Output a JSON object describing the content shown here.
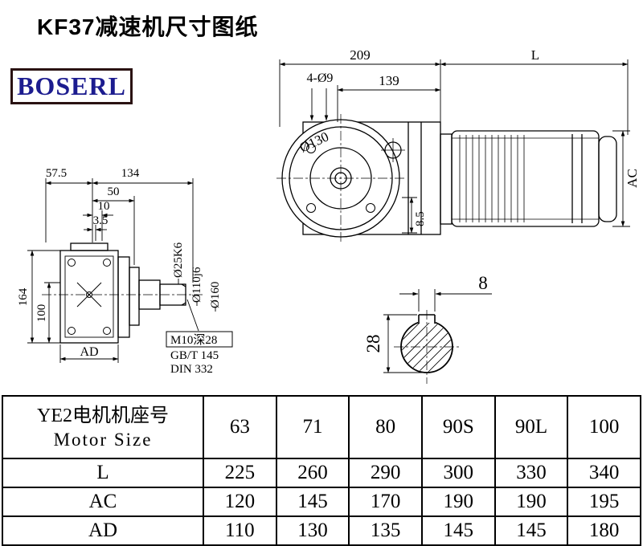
{
  "page": {
    "title": "KF37减速机尺寸图纸",
    "brand": "BOSERL"
  },
  "front_view": {
    "dim_total_width": "209",
    "dim_motor_length": "L",
    "dim_139": "139",
    "dim_holes": "4-Ø9",
    "dim_flange": "Ø130",
    "dim_85": "8.5",
    "dim_ac": "AC"
  },
  "side_view": {
    "dim_575": "57.5",
    "dim_134": "134",
    "dim_50": "50",
    "dim_10": "10",
    "dim_35": "3.5",
    "dim_shaft": "Ø25K6",
    "dim_spigot": "Ø110j6",
    "dim_flange": "Ø160",
    "dim_164": "164",
    "dim_100": "100",
    "dim_ad": "AD",
    "note_thread": "M10深28",
    "note_gb": "GB/T 145",
    "note_din": "DIN 332"
  },
  "section_view": {
    "dim_key_width": "8",
    "dim_key_height": "28"
  },
  "table": {
    "header_cn": "YE2电机机座号",
    "header_en": "Motor Size",
    "sizes": [
      "63",
      "71",
      "80",
      "90S",
      "90L",
      "100"
    ],
    "rows": [
      {
        "label": "L",
        "values": [
          "225",
          "260",
          "290",
          "300",
          "330",
          "340"
        ]
      },
      {
        "label": "AC",
        "values": [
          "120",
          "145",
          "170",
          "190",
          "190",
          "195"
        ]
      },
      {
        "label": "AD",
        "values": [
          "110",
          "130",
          "135",
          "145",
          "145",
          "180"
        ]
      }
    ]
  }
}
